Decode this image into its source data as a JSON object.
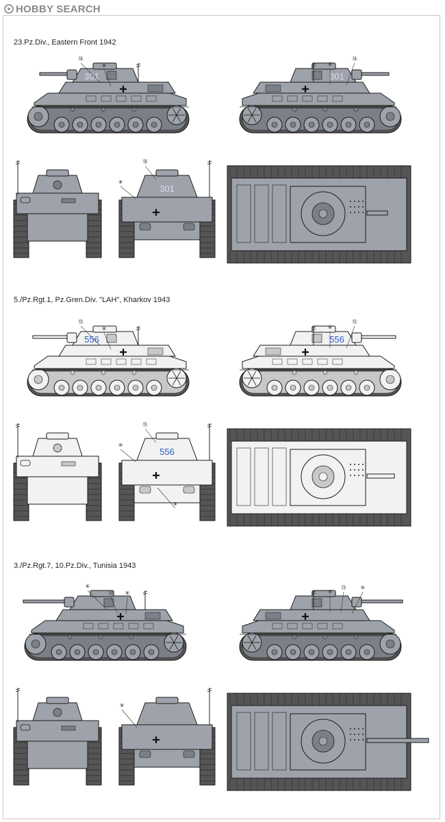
{
  "header": {
    "logo_text": "HOBBY SEARCH"
  },
  "colors": {
    "grey_scheme": "#9ea3ab",
    "grey_dark": "#7b8088",
    "white_scheme": "#f2f2f2",
    "outline": "#1a1a1a",
    "number_blue": "#2a5cc8",
    "number_white_on_grey": "#d8dcf0",
    "cross_black": "#111111"
  },
  "schemes": [
    {
      "title": "23.Pz.Div., Eastern Front 1942",
      "hull_number": "301",
      "callouts": {
        "left_side": [
          "⑱",
          "⑧"
        ],
        "right_side": [
          "⑧",
          "⑱"
        ],
        "rear": [
          "⑱",
          "⑧"
        ]
      }
    },
    {
      "title": "5./Pz.Rgt.1, Pz.Gren.Div. \"LAH\", Kharkov 1943",
      "hull_number": "556",
      "callouts": {
        "left_side": [
          "⑮",
          "⑧"
        ],
        "right_side": [
          "⑧",
          "⑮"
        ],
        "rear": [
          "⑮",
          "⑩",
          "⑧"
        ]
      }
    },
    {
      "title": "3./Pz.Rgt.7, 10.Pz.Div., Tunisia 1943",
      "hull_number": "",
      "callouts": {
        "left_side": [
          "⑥",
          "⑬",
          "⑧"
        ],
        "right_side": [
          "⑧",
          "⑬",
          "⑥"
        ],
        "rear": [
          "⑧"
        ]
      }
    }
  ]
}
